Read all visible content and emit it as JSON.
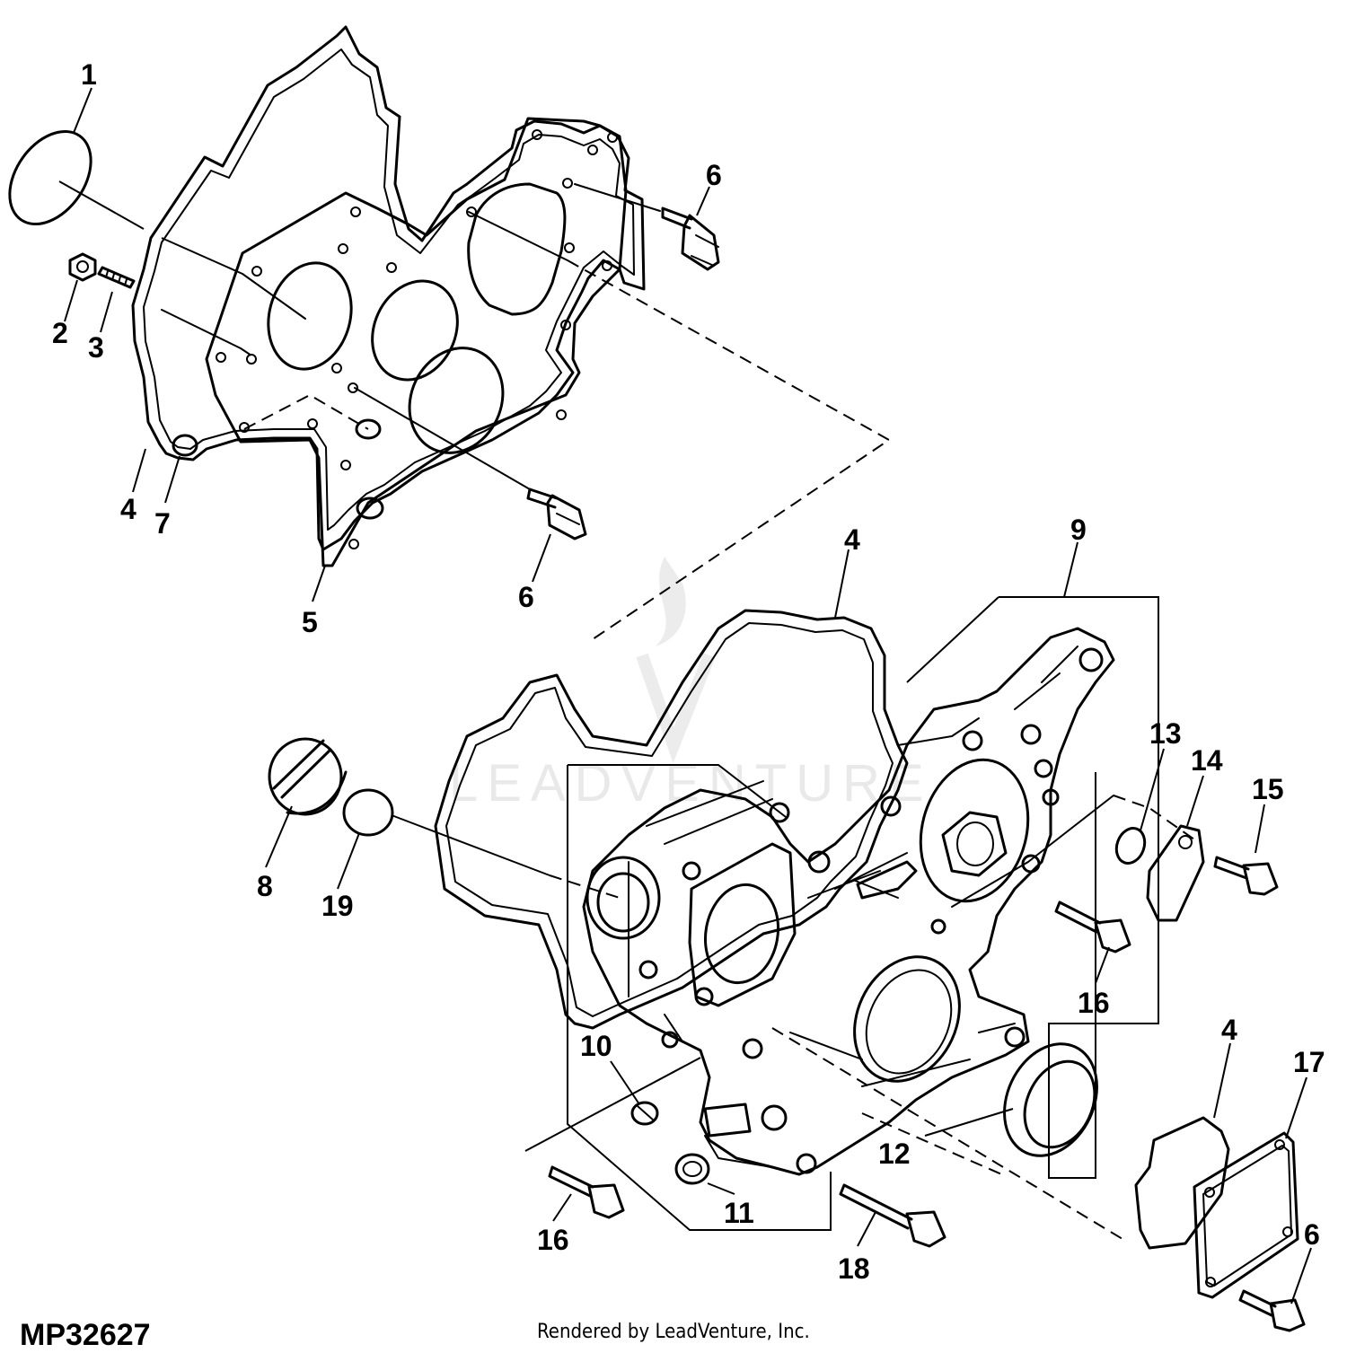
{
  "diagram": {
    "figure_code": "MP32627",
    "credit": "Rendered by LeadVenture, Inc.",
    "watermark": "LEADVENTURE",
    "callouts": [
      {
        "id": "c1",
        "label": "1"
      },
      {
        "id": "c2",
        "label": "2"
      },
      {
        "id": "c3",
        "label": "3"
      },
      {
        "id": "c4a",
        "label": "4"
      },
      {
        "id": "c7",
        "label": "7"
      },
      {
        "id": "c5",
        "label": "5"
      },
      {
        "id": "c6a",
        "label": "6"
      },
      {
        "id": "c6b",
        "label": "6"
      },
      {
        "id": "c4b",
        "label": "4"
      },
      {
        "id": "c9",
        "label": "9"
      },
      {
        "id": "c13",
        "label": "13"
      },
      {
        "id": "c14",
        "label": "14"
      },
      {
        "id": "c15",
        "label": "15"
      },
      {
        "id": "c8",
        "label": "8"
      },
      {
        "id": "c19",
        "label": "19"
      },
      {
        "id": "c16a",
        "label": "16"
      },
      {
        "id": "c10",
        "label": "10"
      },
      {
        "id": "c12",
        "label": "12"
      },
      {
        "id": "c4c",
        "label": "4"
      },
      {
        "id": "c17",
        "label": "17"
      },
      {
        "id": "c11",
        "label": "11"
      },
      {
        "id": "c16b",
        "label": "16"
      },
      {
        "id": "c18",
        "label": "18"
      },
      {
        "id": "c6c",
        "label": "6"
      }
    ]
  }
}
